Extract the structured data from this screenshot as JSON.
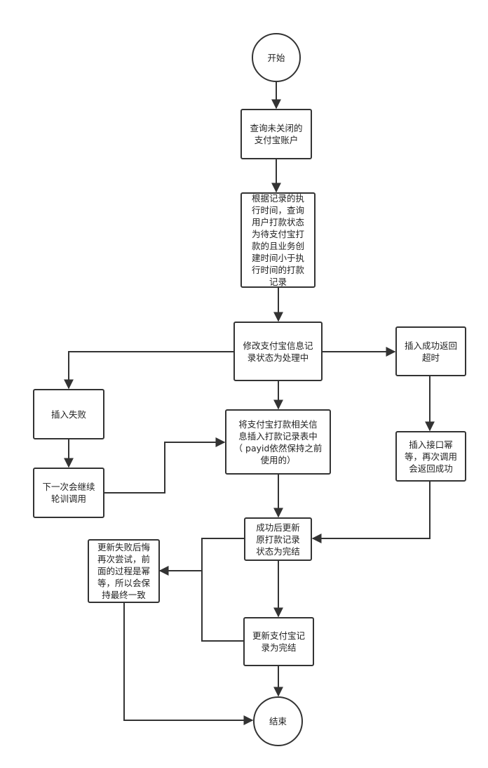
{
  "nodes": {
    "start": "开始",
    "query_accounts": [
      "查询未关闭的",
      "支付宝账户"
    ],
    "query_records": [
      "根据记录的执",
      "行时间，查询",
      "用户打款状态",
      "为待支付宝打",
      "款的且业务创",
      "建时间小于执",
      "行时间的打款",
      "记录"
    ],
    "modify_status": [
      "修改支付宝信息记",
      "录状态为处理中"
    ],
    "insert_fail": "插入失败",
    "next_poll": [
      "下一次会继续",
      "轮训调用"
    ],
    "insert_record": [
      "将支付宝打款相关信",
      "息插入打款记录表中",
      "（ payid依然保持之前",
      "使用的）"
    ],
    "insert_timeout": [
      "插入成功返回",
      "超时"
    ],
    "idempotent_api": [
      "插入接口幂",
      "等，再次调用",
      "会返回成功"
    ],
    "update_original": [
      "成功后更新",
      "原打款记录",
      "状态为完结"
    ],
    "update_fail": [
      "更新失败后悔",
      "再次尝试，前",
      "面的过程是幂",
      "等，所以会保",
      "持最终一致"
    ],
    "update_alipay": [
      "更新支付宝记",
      "录为完结"
    ],
    "end": "结束"
  },
  "colors": {
    "line": "#333333",
    "border": "#333333",
    "text": "#222222"
  }
}
